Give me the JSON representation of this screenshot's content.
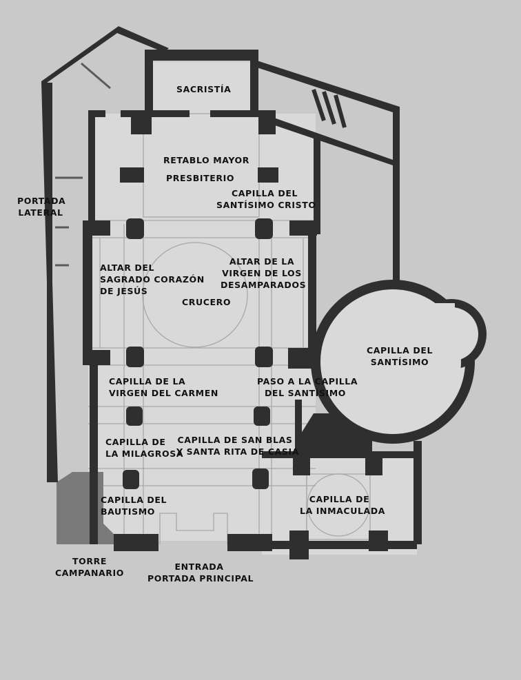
{
  "colors": {
    "background": "#c9c9c9",
    "wall": "#2f2f2f",
    "floor": "#d9d9d9",
    "tower": "#7a7a7a",
    "line": "#a8a8a8"
  },
  "labels": {
    "sacristia": [
      "SACRISTÍA"
    ],
    "retablo": [
      "RETABLO MAYOR"
    ],
    "presbiterio": [
      "PRESBITERIO"
    ],
    "capilla_cristo": [
      "CAPILLA DEL",
      "SANTÍSIMO CRISTO"
    ],
    "portada_lateral": [
      "PORTADA",
      "LATERAL"
    ],
    "altar_sagrado": [
      "ALTAR DEL",
      "SAGRADO CORAZÓN",
      "DE JESÚS"
    ],
    "altar_virgen": [
      "ALTAR DE LA",
      "VIRGEN DE LOS",
      "DESAMPARADOS"
    ],
    "crucero": [
      "CRUCERO"
    ],
    "capilla_santisimo": [
      "CAPILLA DEL",
      "SANTÍSIMO"
    ],
    "capilla_carmen": [
      "CAPILLA DE LA",
      "VIRGEN DEL CARMEN"
    ],
    "paso_capilla": [
      "PASO A LA CAPILLA",
      "DEL SANTÍSIMO"
    ],
    "capilla_milagrosa": [
      "CAPILLA DE",
      "LA MILAGROSA"
    ],
    "capilla_san_blas": [
      "CAPILLA DE SAN BLAS",
      "Y SANTA RITA DE CASIA"
    ],
    "capilla_bautismo": [
      "CAPILLA DEL",
      "BAUTISMO"
    ],
    "capilla_inmaculada": [
      "CAPILLA DE",
      "LA INMACULADA"
    ],
    "torre": [
      "TORRE",
      "CAMPANARIO"
    ],
    "entrada": [
      "ENTRADA",
      "PORTADA PRINCIPAL"
    ]
  }
}
